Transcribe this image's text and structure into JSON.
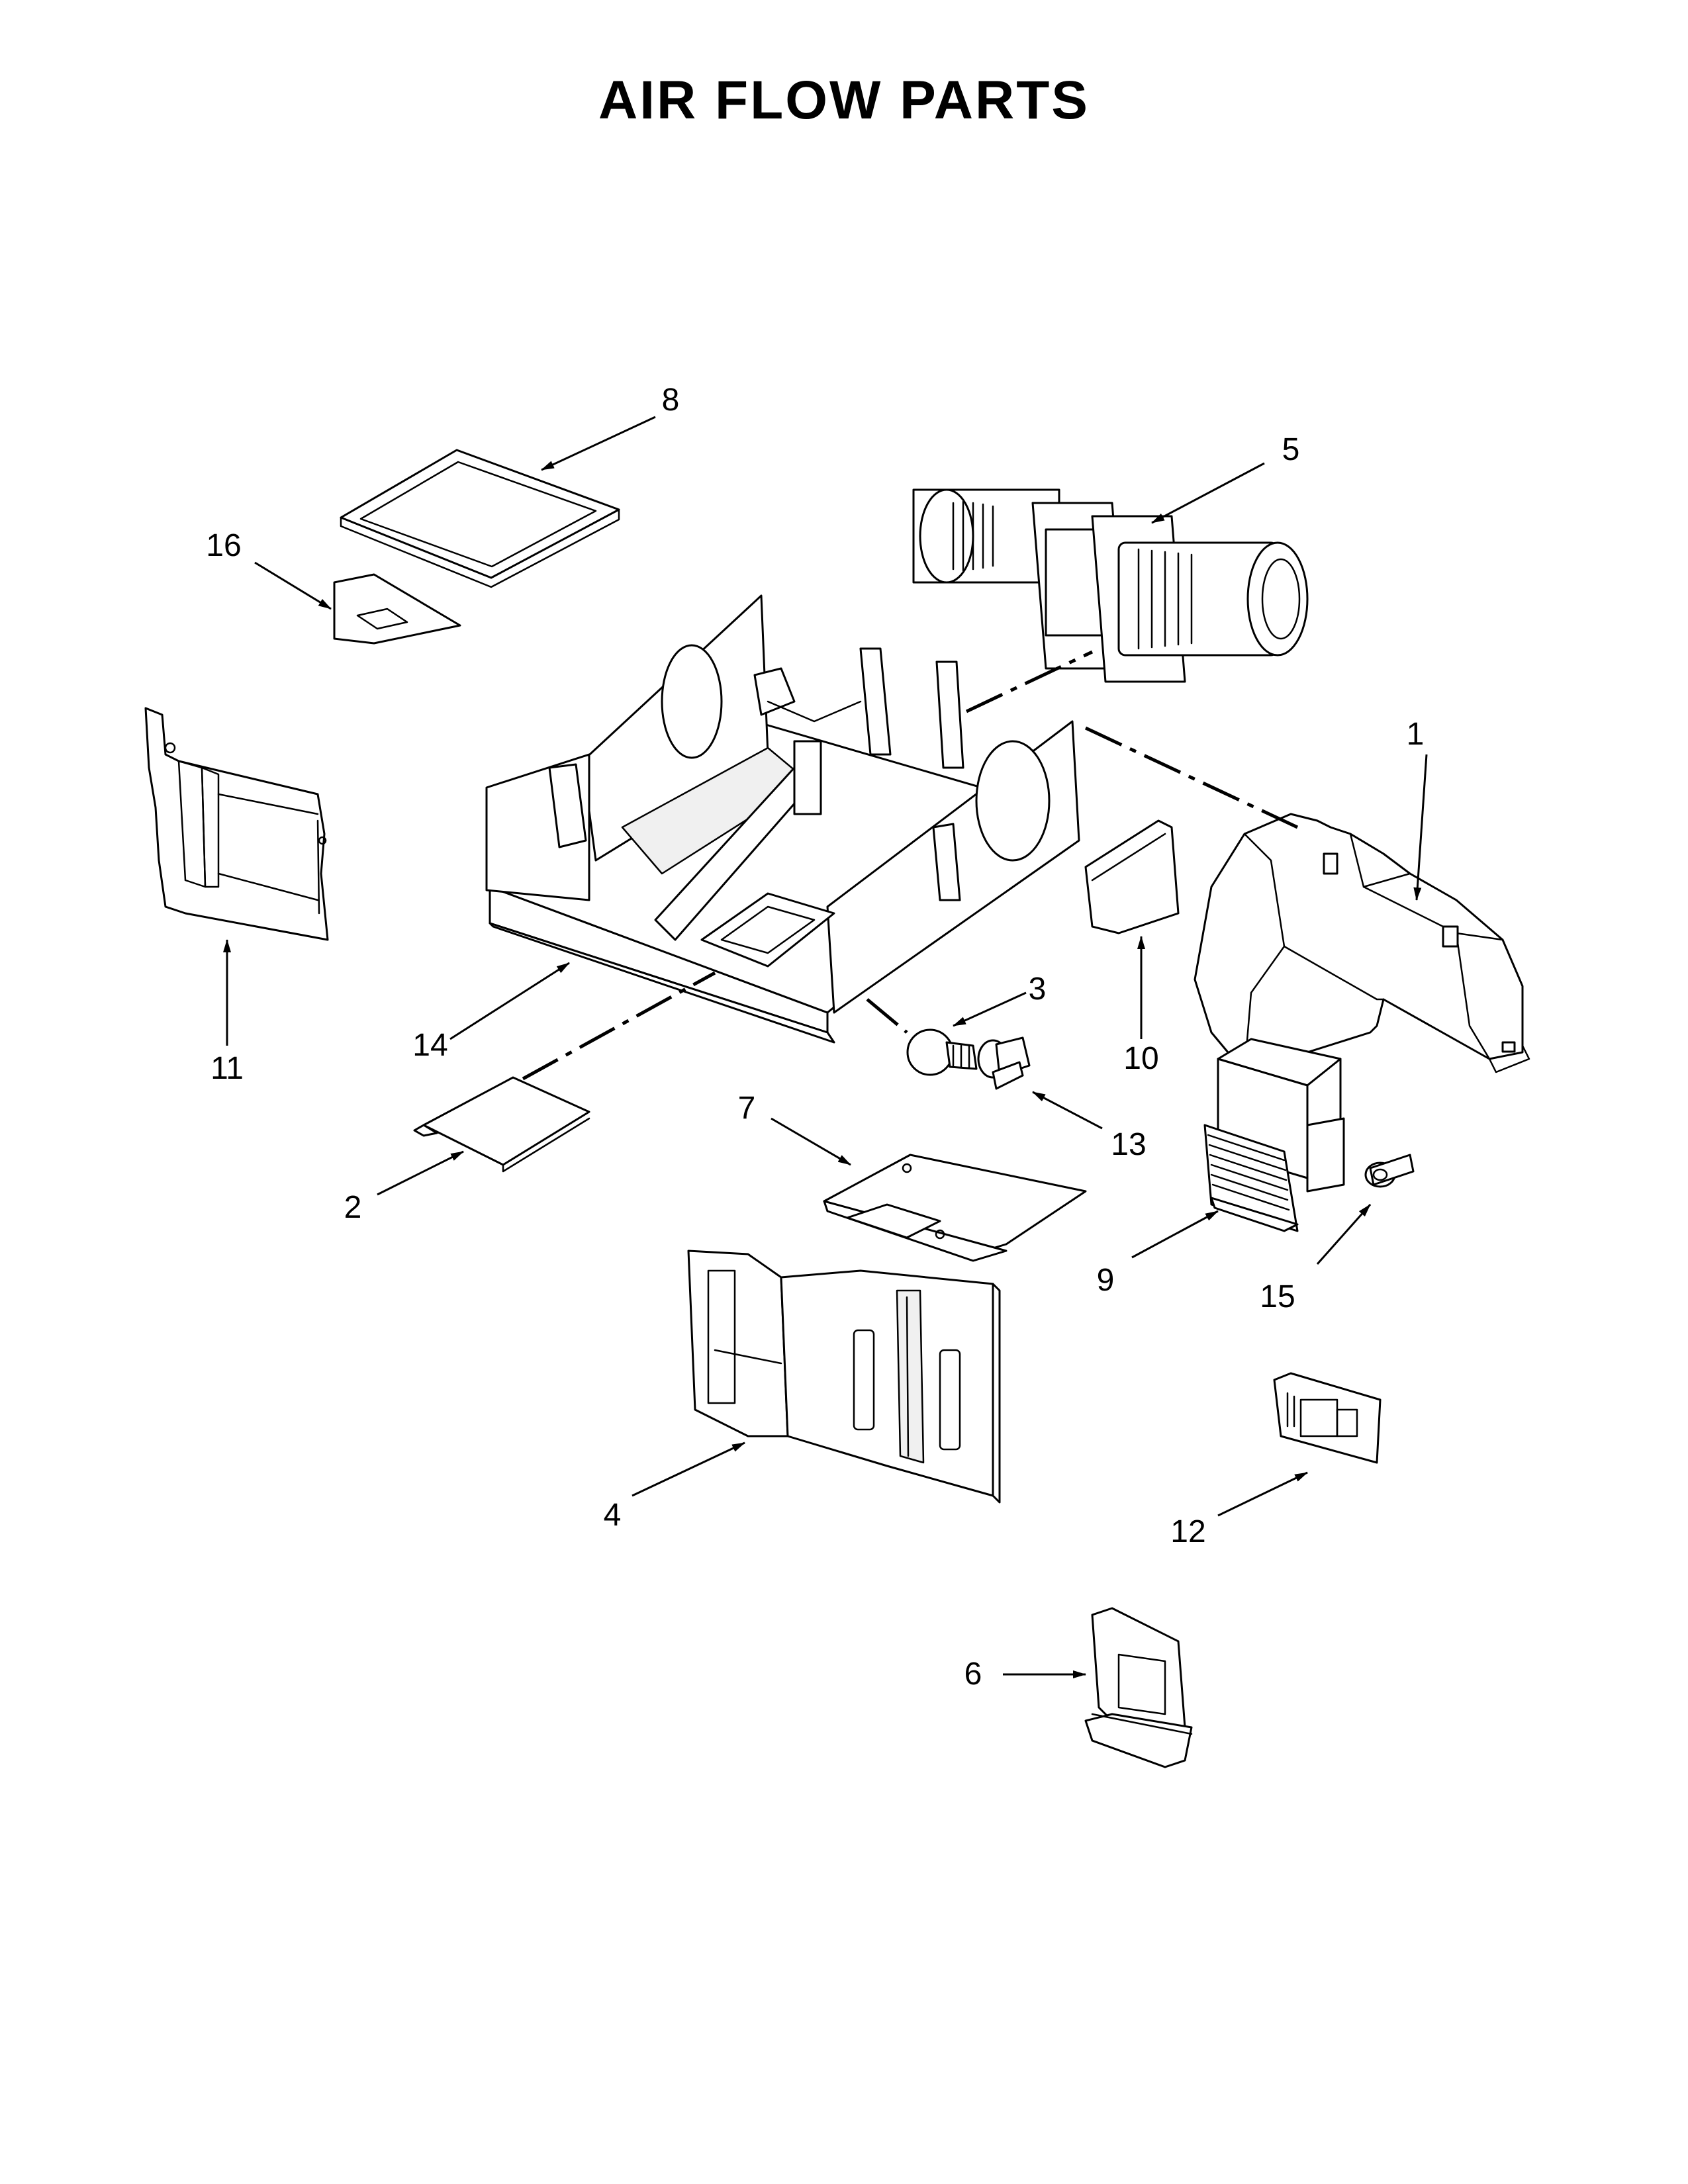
{
  "title": "AIR FLOW PARTS",
  "callouts": {
    "c1": "1",
    "c2": "2",
    "c3": "3",
    "c4": "4",
    "c5": "5",
    "c6": "6",
    "c7": "7",
    "c8": "8",
    "c9": "9",
    "c10": "10",
    "c11": "11",
    "c12": "12",
    "c13": "13",
    "c14": "14",
    "c15": "15",
    "c16": "16"
  }
}
